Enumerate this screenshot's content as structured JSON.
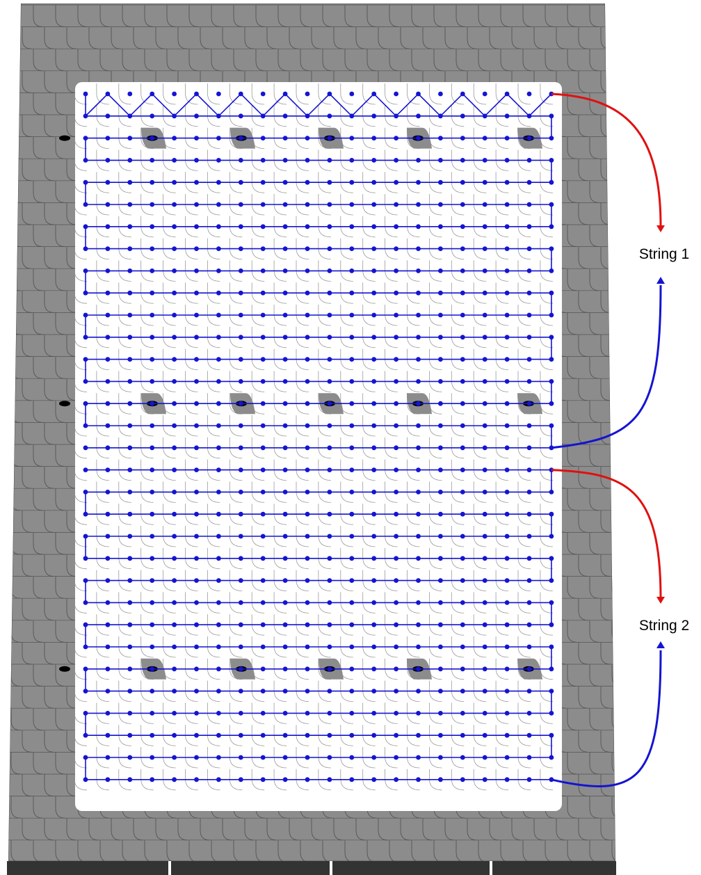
{
  "diagram": {
    "strings": [
      {
        "label": "String 1"
      },
      {
        "label": "String 2"
      }
    ],
    "colors": {
      "roof": "#8c8c8c",
      "slate_stroke": "#555555",
      "module_field": "#ffffff",
      "wiring": "#1414d2",
      "positive_lead": "#e01010",
      "negative_lead": "#1414d2",
      "gutter": "#333333"
    },
    "module_rows": 32,
    "modules_per_row": 22,
    "row_split": 17,
    "roof_hook_rows": [
      2,
      14,
      26
    ],
    "icons": [
      "roof-hook-icon",
      "arrow-down-icon",
      "arrow-up-icon"
    ]
  }
}
